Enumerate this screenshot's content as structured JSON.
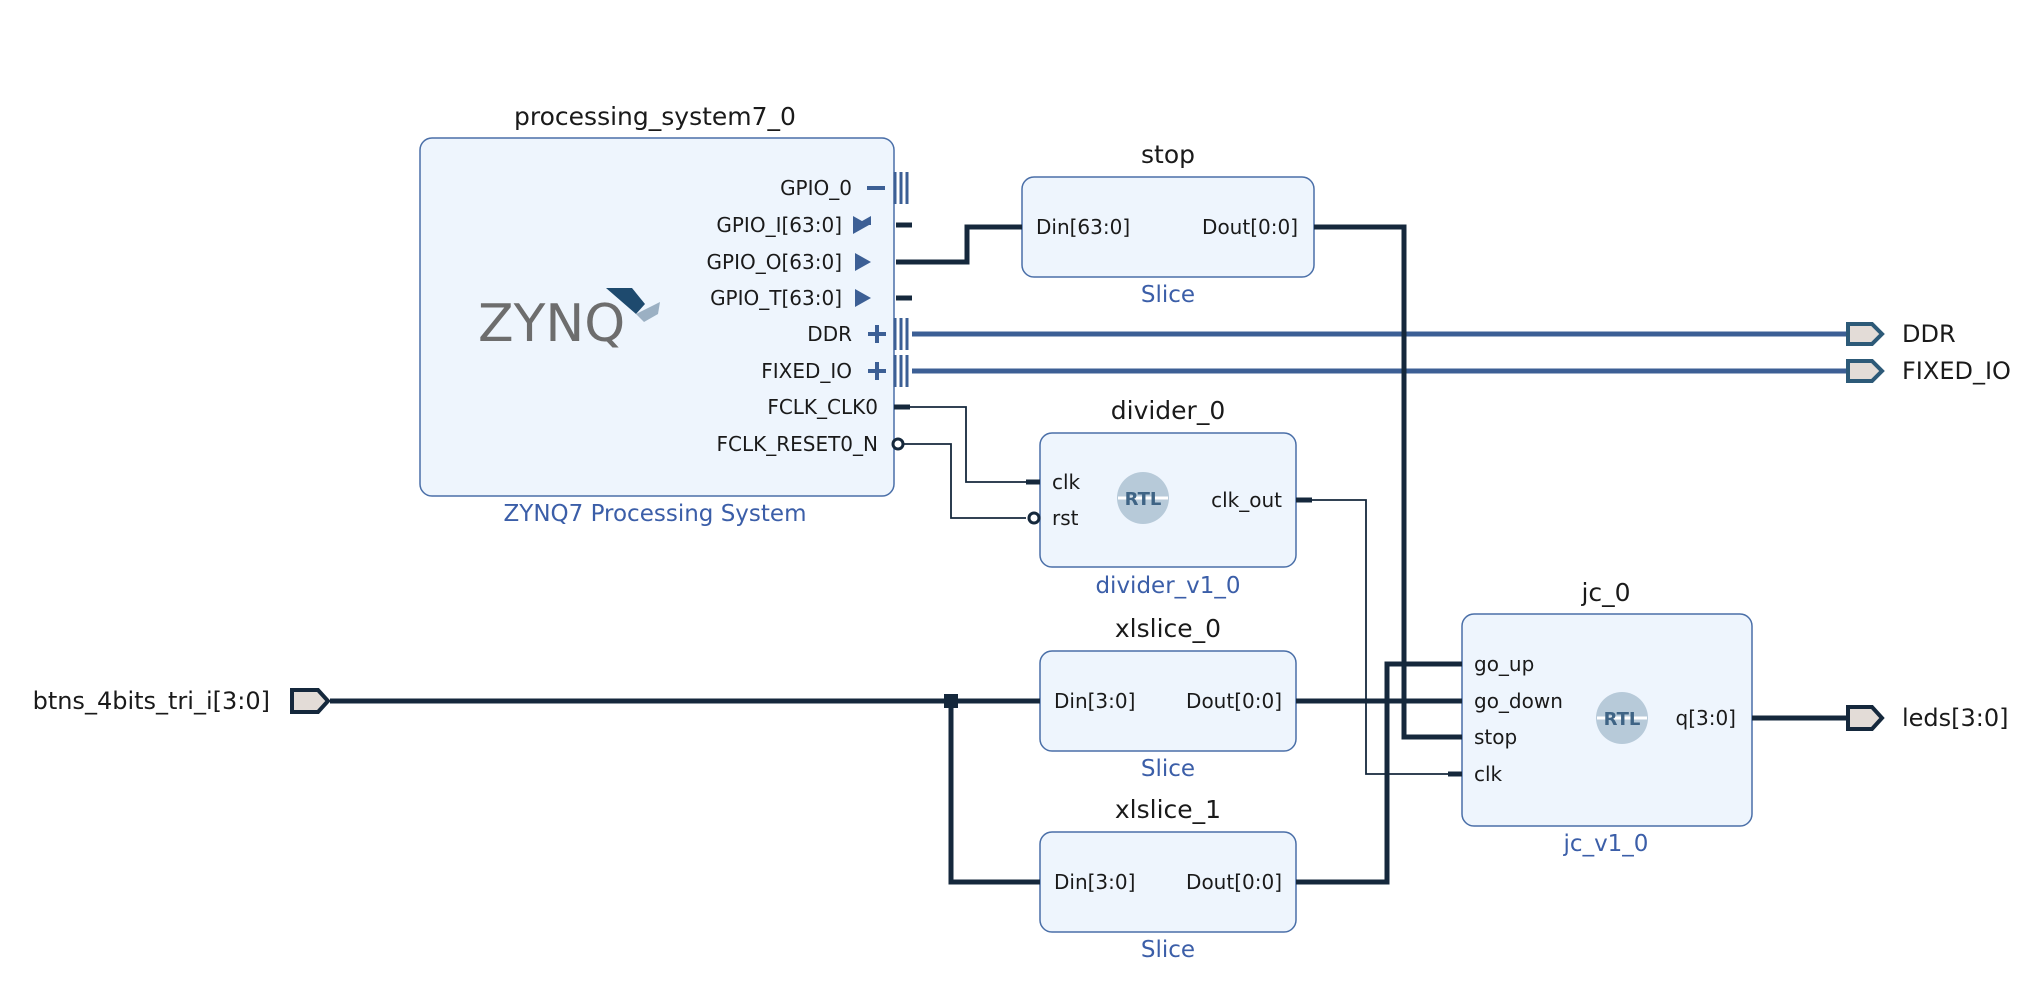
{
  "blocks": {
    "ps7": {
      "name": "processing_system7_0",
      "type": "ZYNQ7 Processing System",
      "logo": "ZYNQ",
      "ports": [
        "GPIO_0",
        "GPIO_I[63:0]",
        "GPIO_O[63:0]",
        "GPIO_T[63:0]",
        "DDR",
        "FIXED_IO",
        "FCLK_CLK0",
        "FCLK_RESET0_N"
      ]
    },
    "stop": {
      "name": "stop",
      "type": "Slice",
      "in": "Din[63:0]",
      "out": "Dout[0:0]"
    },
    "divider": {
      "name": "divider_0",
      "type": "divider_v1_0",
      "in_clk": "clk",
      "in_rst": "rst",
      "out": "clk_out",
      "badge": "RTL"
    },
    "xlslice0": {
      "name": "xlslice_0",
      "type": "Slice",
      "in": "Din[3:0]",
      "out": "Dout[0:0]"
    },
    "xlslice1": {
      "name": "xlslice_1",
      "type": "Slice",
      "in": "Din[3:0]",
      "out": "Dout[0:0]"
    },
    "jc": {
      "name": "jc_0",
      "type": "jc_v1_0",
      "ports_in": [
        "go_up",
        "go_down",
        "stop",
        "clk"
      ],
      "out": "q[3:0]",
      "badge": "RTL"
    }
  },
  "external_ports": {
    "ddr": "DDR",
    "fixed_io": "FIXED_IO",
    "btns": "btns_4bits_tri_i[3:0]",
    "leds": "leds[3:0]"
  },
  "colors": {
    "block_fill": "#eef5fd",
    "block_border": "#4a6fa8",
    "wire": "#15283c",
    "bus": "#3c5f95",
    "subtitle": "#3b5ea8"
  }
}
